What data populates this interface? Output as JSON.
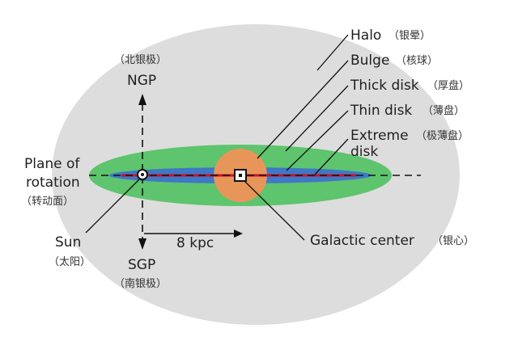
{
  "colors": {
    "halo": "#dddddd",
    "thick_disk": "#5ec46d",
    "thin_disk": "#3e78c7",
    "extreme_disk": "#c9132b",
    "bulge": "#e8955a",
    "line": "#111111"
  },
  "components": [
    {
      "key": "halo",
      "en": "Halo",
      "zh": "（银晕）"
    },
    {
      "key": "bulge",
      "en": "Bulge",
      "zh": "（核球）"
    },
    {
      "key": "thick_disk",
      "en": "Thick disk",
      "zh": "（厚盘）"
    },
    {
      "key": "thin_disk",
      "en": "Thin disk",
      "zh": "（薄盘）"
    },
    {
      "key": "extreme_disk",
      "en": "Extreme",
      "en2": "disk",
      "zh": "（极薄盘）"
    }
  ],
  "ngp": {
    "zh": "（北银极）",
    "en": "NGP"
  },
  "sgp": {
    "en": "SGP",
    "zh": "（南银极）"
  },
  "plane": {
    "line1": "Plane of",
    "line2": "rotation",
    "zh": "（转动面）"
  },
  "sun": {
    "en": "Sun",
    "zh": "（太阳）"
  },
  "scale": {
    "label": "8 kpc"
  },
  "center": {
    "en": "Galactic center",
    "zh": "（银心）"
  }
}
